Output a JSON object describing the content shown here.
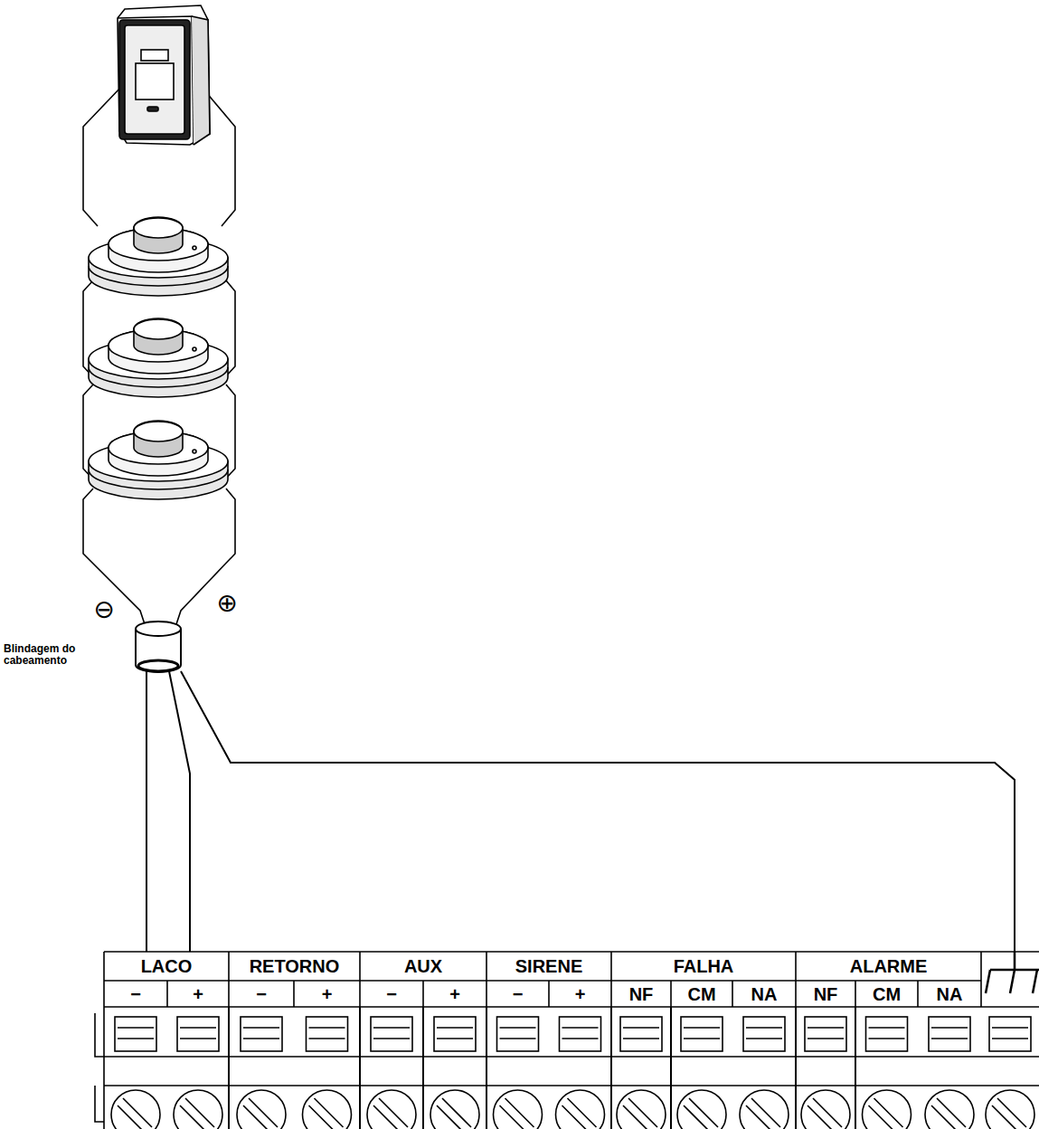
{
  "diagram": {
    "labels": [
      "Blindagem do cabeamento",
      "⊖",
      "⊕",
      "LACO",
      "RETORNO",
      "AUX",
      "SIRENE",
      "FALHA",
      "ALARME",
      "−",
      "+",
      "−",
      "+",
      "−",
      "+",
      "−",
      "+",
      "NF",
      "CM",
      "NA",
      "NF",
      "CM",
      "NA"
    ]
  }
}
